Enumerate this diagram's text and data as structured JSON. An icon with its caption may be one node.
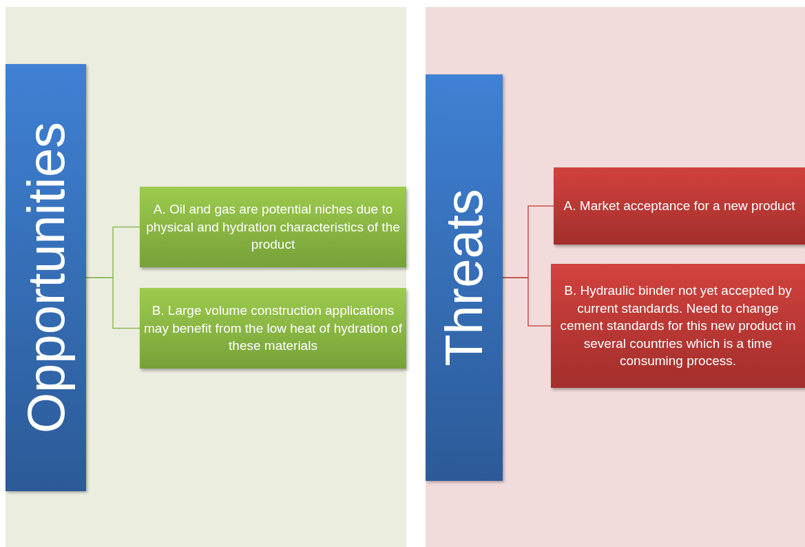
{
  "diagram": {
    "nodes": [
      {
        "text": [
          "Opportunities"
        ]
      },
      {
        "text": [
          "A. Oil and gas are potential niches due to physical and hydration characteristics of the product"
        ]
      },
      {
        "text": [
          "B. Large volume construction applications may benefit from the low heat of hydration of these materials"
        ]
      },
      {
        "text": [
          "Threats"
        ]
      },
      {
        "text": [
          "A. Market acceptance for a new product"
        ]
      },
      {
        "text": [
          "B. Hydraulic binder not yet accepted by current standards. Need to change cement standards for this new product in several countries which is a time consuming process."
        ]
      }
    ],
    "edges": [
      {
        "from": 0,
        "to": 1,
        "arrow": "none",
        "color": "#8db85a"
      },
      {
        "from": 0,
        "to": 2,
        "arrow": "none",
        "color": "#8db85a"
      },
      {
        "from": 3,
        "to": 4,
        "arrow": "none",
        "color": "#c0504d"
      },
      {
        "from": 3,
        "to": 5,
        "arrow": "none",
        "color": "#c0504d"
      }
    ]
  }
}
